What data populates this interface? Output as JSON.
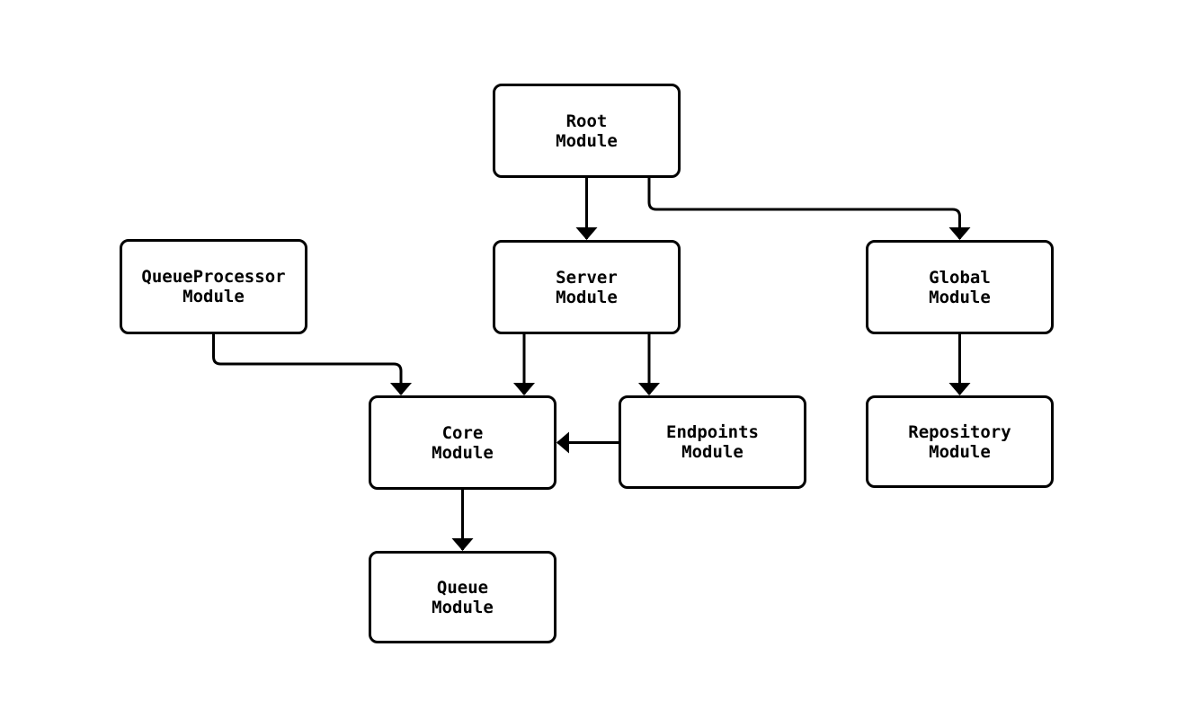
{
  "diagram": {
    "type": "flowchart",
    "direction": "top-down",
    "colors": {
      "background": "#ffffff",
      "node_fill": "#ffffff",
      "node_border": "#000000",
      "line_color": "#000000",
      "text_color": "#000000"
    },
    "nodes": [
      {
        "id": "root",
        "label": "Root\nModule"
      },
      {
        "id": "queueprocessor",
        "label": "QueueProcessor\nModule"
      },
      {
        "id": "server",
        "label": "Server\nModule"
      },
      {
        "id": "global",
        "label": "Global\nModule"
      },
      {
        "id": "core",
        "label": "Core\nModule"
      },
      {
        "id": "endpoints",
        "label": "Endpoints\nModule"
      },
      {
        "id": "repository",
        "label": "Repository\nModule"
      },
      {
        "id": "queue",
        "label": "Queue\nModule"
      }
    ],
    "edges": [
      {
        "from": "Root Module",
        "to": "Server Module"
      },
      {
        "from": "Root Module",
        "to": "Global Module"
      },
      {
        "from": "QueueProcessor Module",
        "to": "Core Module"
      },
      {
        "from": "Server Module",
        "to": "Core Module"
      },
      {
        "from": "Server Module",
        "to": "Endpoints Module"
      },
      {
        "from": "Endpoints Module",
        "to": "Core Module"
      },
      {
        "from": "Global Module",
        "to": "Repository Module"
      },
      {
        "from": "Core Module",
        "to": "Queue Module"
      }
    ]
  }
}
